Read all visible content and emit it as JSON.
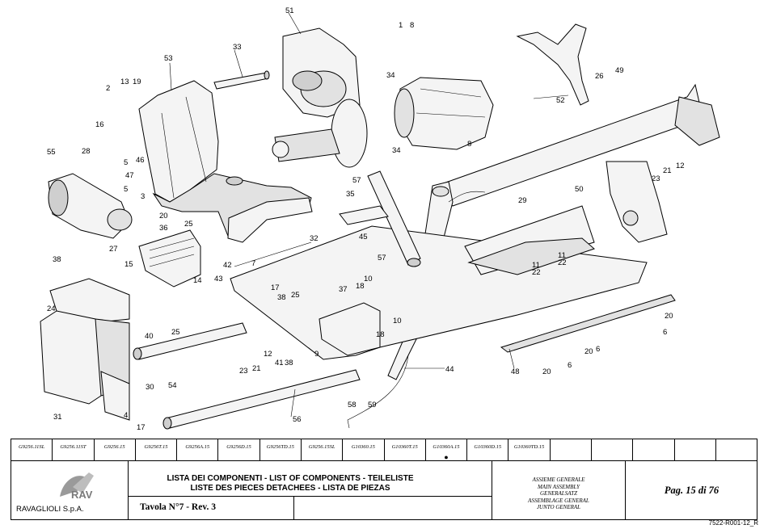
{
  "callouts": [
    {
      "id": "c51",
      "text": "51"
    },
    {
      "id": "c1",
      "text": "1"
    },
    {
      "id": "c8a",
      "text": "8"
    },
    {
      "id": "c33",
      "text": "33"
    },
    {
      "id": "c34a",
      "text": "34"
    },
    {
      "id": "c53",
      "text": "53"
    },
    {
      "id": "c2",
      "text": "2"
    },
    {
      "id": "c13",
      "text": "13"
    },
    {
      "id": "c19",
      "text": "19"
    },
    {
      "id": "c16",
      "text": "16"
    },
    {
      "id": "c46",
      "text": "46"
    },
    {
      "id": "c5a",
      "text": "5"
    },
    {
      "id": "c28",
      "text": "28"
    },
    {
      "id": "c47",
      "text": "47"
    },
    {
      "id": "c5b",
      "text": "5"
    },
    {
      "id": "c55",
      "text": "55"
    },
    {
      "id": "c3",
      "text": "3"
    },
    {
      "id": "c20a",
      "text": "20"
    },
    {
      "id": "c36",
      "text": "36"
    },
    {
      "id": "c27",
      "text": "27"
    },
    {
      "id": "c25a",
      "text": "25"
    },
    {
      "id": "c42",
      "text": "42"
    },
    {
      "id": "c38a",
      "text": "38"
    },
    {
      "id": "c15",
      "text": "15"
    },
    {
      "id": "c14",
      "text": "14"
    },
    {
      "id": "c24",
      "text": "24"
    },
    {
      "id": "c43",
      "text": "43"
    },
    {
      "id": "c25b",
      "text": "25"
    },
    {
      "id": "c40",
      "text": "40"
    },
    {
      "id": "c30",
      "text": "30"
    },
    {
      "id": "c54",
      "text": "54"
    },
    {
      "id": "c31",
      "text": "31"
    },
    {
      "id": "c4",
      "text": "4"
    },
    {
      "id": "c17a",
      "text": "17"
    },
    {
      "id": "c34b",
      "text": "34"
    },
    {
      "id": "c8b",
      "text": "8"
    },
    {
      "id": "c57a",
      "text": "57"
    },
    {
      "id": "c35",
      "text": "35"
    },
    {
      "id": "c45",
      "text": "45"
    },
    {
      "id": "c32",
      "text": "32"
    },
    {
      "id": "c7",
      "text": "7"
    },
    {
      "id": "c17b",
      "text": "17"
    },
    {
      "id": "c25c",
      "text": "25"
    },
    {
      "id": "c38b",
      "text": "38"
    },
    {
      "id": "c23a",
      "text": "23"
    },
    {
      "id": "c21a",
      "text": "21"
    },
    {
      "id": "c12a",
      "text": "12"
    },
    {
      "id": "c41",
      "text": "41"
    },
    {
      "id": "c38c",
      "text": "38"
    },
    {
      "id": "c9",
      "text": "9"
    },
    {
      "id": "c56",
      "text": "56"
    },
    {
      "id": "c57b",
      "text": "57"
    },
    {
      "id": "c10a",
      "text": "10"
    },
    {
      "id": "c18a",
      "text": "18"
    },
    {
      "id": "c37",
      "text": "37"
    },
    {
      "id": "c18b",
      "text": "18"
    },
    {
      "id": "c10b",
      "text": "10"
    },
    {
      "id": "c58",
      "text": "58"
    },
    {
      "id": "c59",
      "text": "59"
    },
    {
      "id": "c44",
      "text": "44"
    },
    {
      "id": "c52",
      "text": "52"
    },
    {
      "id": "c26",
      "text": "26"
    },
    {
      "id": "c49",
      "text": "49"
    },
    {
      "id": "c29",
      "text": "29"
    },
    {
      "id": "c50",
      "text": "50"
    },
    {
      "id": "c23b",
      "text": "23"
    },
    {
      "id": "c21b",
      "text": "21"
    },
    {
      "id": "c12b",
      "text": "12"
    },
    {
      "id": "c11a",
      "text": "11"
    },
    {
      "id": "c22a",
      "text": "22"
    },
    {
      "id": "c11b",
      "text": "11"
    },
    {
      "id": "c22b",
      "text": "22"
    },
    {
      "id": "c20b",
      "text": "20"
    },
    {
      "id": "c6a",
      "text": "6"
    },
    {
      "id": "c20c",
      "text": "20"
    },
    {
      "id": "c6b",
      "text": "6"
    },
    {
      "id": "c48",
      "text": "48"
    },
    {
      "id": "c20d",
      "text": "20"
    },
    {
      "id": "c6c",
      "text": "6"
    }
  ],
  "models": [
    {
      "code": "G9256.11SL",
      "dot": ""
    },
    {
      "code": "G9256.11ST",
      "dot": ""
    },
    {
      "code": "G9256.15",
      "dot": ""
    },
    {
      "code": "G9256T.15",
      "dot": ""
    },
    {
      "code": "G9256A.15",
      "dot": ""
    },
    {
      "code": "G9256D.15",
      "dot": ""
    },
    {
      "code": "G9256TD.15",
      "dot": ""
    },
    {
      "code": "G9256.15SL",
      "dot": ""
    },
    {
      "code": "G10360.15",
      "dot": ""
    },
    {
      "code": "G10360T.15",
      "dot": ""
    },
    {
      "code": "G10360A.15",
      "dot": "●"
    },
    {
      "code": "G10360D.15",
      "dot": ""
    },
    {
      "code": "G10360TD.15",
      "dot": ""
    },
    {
      "code": "",
      "dot": ""
    },
    {
      "code": "",
      "dot": ""
    },
    {
      "code": "",
      "dot": ""
    },
    {
      "code": "",
      "dot": ""
    },
    {
      "code": "",
      "dot": ""
    }
  ],
  "titleblock": {
    "company": "RAVAGLIOLI S.p.A.",
    "lists_line1": "LISTA DEI COMPONENTI - LIST OF COMPONENTS - TEILELISTE",
    "lists_line2": "LISTE DES PIECES DETACHEES - LISTA DE PIEZAS",
    "tavola": "Tavola N°7 - Rev. 3",
    "assembly": [
      "ASSIEME GENERALE",
      "MAIN ASSEMBLY",
      "GENERALSATZ",
      "ASSEMBLAGE GENERAL",
      "JUNTO GENERAL"
    ],
    "page": "Pag. 15 di 76",
    "doc_code": "7522-R001-12_R"
  }
}
